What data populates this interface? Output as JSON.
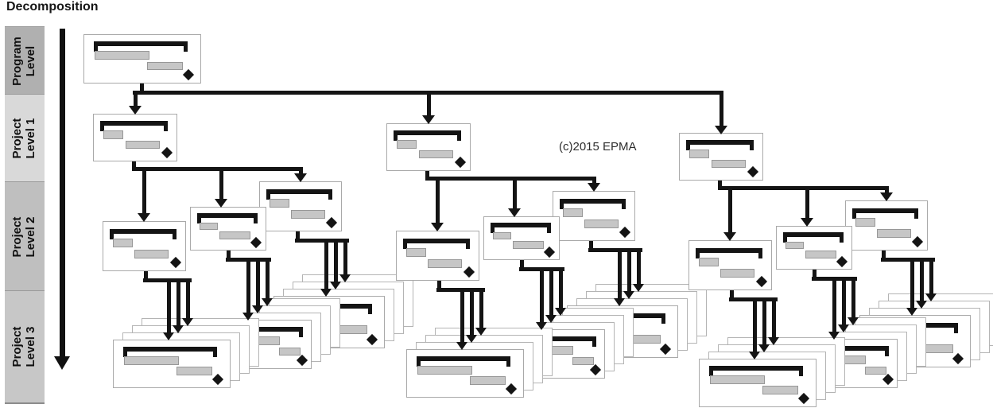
{
  "title": "Decomposition",
  "copyright": "(c)2015 EPMA",
  "sidebar": {
    "levels": [
      {
        "id": "program-level",
        "lines": [
          "Program",
          "Level"
        ]
      },
      {
        "id": "project-level-1",
        "lines": [
          "Project",
          "Level 1"
        ]
      },
      {
        "id": "project-level-2",
        "lines": [
          "Project",
          "Level 2"
        ]
      },
      {
        "id": "project-level-3",
        "lines": [
          "Project",
          "Level 3"
        ]
      }
    ]
  },
  "structure": {
    "branch_count": 3,
    "level2_cards_per_branch": 3,
    "stacks_per_branch": 3,
    "cards_per_stack": 4
  },
  "card_glyphs": {
    "summary": "summary-bar",
    "task": "task-bar",
    "milestone": "milestone-icon"
  },
  "colors": {
    "connector": "#141414",
    "card_border": "#a9a9a9",
    "card_bg": "#ffffff",
    "bar_fill": "#c6c6c6",
    "bar_border": "#979797",
    "milestone": "#141414",
    "band_program": "#b0b0b0",
    "band_level1": "#d9d9d9",
    "band_level2": "#bfbfbf",
    "band_level3": "#c7c7c7"
  }
}
